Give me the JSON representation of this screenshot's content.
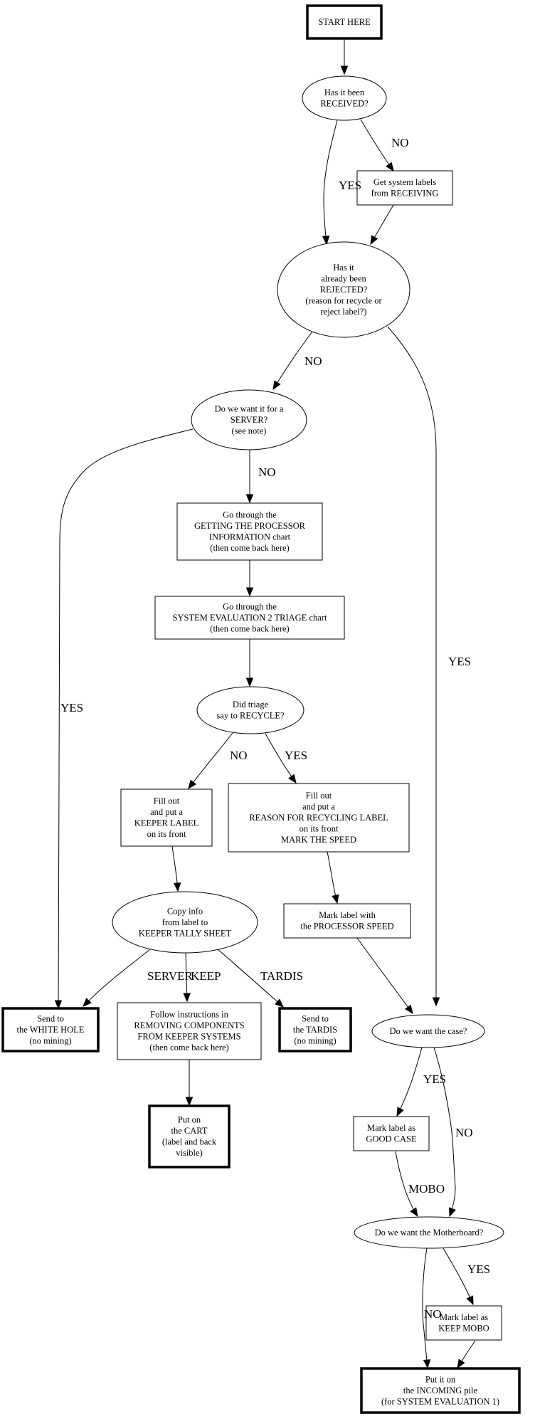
{
  "diagram": {
    "type": "flowchart",
    "nodes": [
      {
        "id": "start",
        "shape": "box",
        "bold": true,
        "lines": [
          "START HERE"
        ]
      },
      {
        "id": "received",
        "shape": "ellipse",
        "bold": false,
        "lines": [
          "Has it been",
          "RECEIVED?"
        ]
      },
      {
        "id": "get_labels",
        "shape": "box",
        "bold": false,
        "lines": [
          "Get system labels",
          "from RECEIVING"
        ]
      },
      {
        "id": "rejected",
        "shape": "ellipse",
        "bold": false,
        "lines": [
          "Has it",
          "already been",
          "REJECTED?",
          "(reason for recycle or",
          "reject label?)"
        ]
      },
      {
        "id": "server",
        "shape": "ellipse",
        "bold": false,
        "lines": [
          "Do we want it for a",
          "SERVER?",
          "(see note)"
        ]
      },
      {
        "id": "proc_info",
        "shape": "box",
        "bold": false,
        "lines": [
          "Go through the",
          "GETTING THE PROCESSOR",
          "INFORMATION chart",
          "(then come back here)"
        ]
      },
      {
        "id": "triage",
        "shape": "box",
        "bold": false,
        "lines": [
          "Go through the",
          "SYSTEM EVALUATION 2 TRIAGE chart",
          "(then come back here)"
        ]
      },
      {
        "id": "recycle_q",
        "shape": "ellipse",
        "bold": false,
        "lines": [
          "Did triage",
          "say to RECYCLE?"
        ]
      },
      {
        "id": "keeper_label",
        "shape": "box",
        "bold": false,
        "lines": [
          "Fill out",
          "and put a",
          "KEEPER LABEL",
          "on its front"
        ]
      },
      {
        "id": "recycle_label",
        "shape": "box",
        "bold": false,
        "lines": [
          "Fill out",
          "and put a",
          "REASON FOR RECYCLING LABEL",
          "on its front",
          "MARK THE SPEED"
        ]
      },
      {
        "id": "copy_info",
        "shape": "ellipse",
        "bold": false,
        "lines": [
          "Copy info",
          "from label to",
          "KEEPER TALLY SHEET"
        ]
      },
      {
        "id": "mark_speed",
        "shape": "box",
        "bold": false,
        "lines": [
          "Mark label with",
          "the PROCESSOR SPEED"
        ]
      },
      {
        "id": "white_hole",
        "shape": "box",
        "bold": true,
        "lines": [
          "Send to",
          "the WHITE HOLE",
          "(no mining)"
        ]
      },
      {
        "id": "remove_components",
        "shape": "box",
        "bold": false,
        "lines": [
          "Follow instructions in",
          "REMOVING COMPONENTS",
          "FROM KEEPER SYSTEMS",
          "(then come back here)"
        ]
      },
      {
        "id": "tardis",
        "shape": "box",
        "bold": true,
        "lines": [
          "Send to",
          "the TARDIS",
          "(no mining)"
        ]
      },
      {
        "id": "want_case",
        "shape": "ellipse",
        "bold": false,
        "lines": [
          "Do we want the case?"
        ]
      },
      {
        "id": "cart",
        "shape": "box",
        "bold": true,
        "lines": [
          "Put on",
          "the CART",
          "(label and back",
          "visible)"
        ]
      },
      {
        "id": "good_case",
        "shape": "box",
        "bold": false,
        "lines": [
          "Mark label as",
          "GOOD CASE"
        ]
      },
      {
        "id": "want_mobo",
        "shape": "ellipse",
        "bold": false,
        "lines": [
          "Do we want the Motherboard?"
        ]
      },
      {
        "id": "keep_mobo",
        "shape": "box",
        "bold": false,
        "lines": [
          "Mark label as",
          "KEEP MOBO"
        ]
      },
      {
        "id": "incoming",
        "shape": "box",
        "bold": true,
        "lines": [
          "Put it on",
          "the INCOMING pile",
          "(for SYSTEM EVALUATION 1)"
        ]
      }
    ],
    "edges": [
      {
        "from": "start",
        "to": "received",
        "label": ""
      },
      {
        "from": "received",
        "to": "rejected",
        "label": "YES"
      },
      {
        "from": "received",
        "to": "get_labels",
        "label": "NO"
      },
      {
        "from": "get_labels",
        "to": "rejected",
        "label": ""
      },
      {
        "from": "rejected",
        "to": "server",
        "label": "NO"
      },
      {
        "from": "rejected",
        "to": "want_case",
        "label": "YES"
      },
      {
        "from": "server",
        "to": "proc_info",
        "label": "NO"
      },
      {
        "from": "server",
        "to": "white_hole",
        "label": "YES"
      },
      {
        "from": "proc_info",
        "to": "triage",
        "label": ""
      },
      {
        "from": "triage",
        "to": "recycle_q",
        "label": ""
      },
      {
        "from": "recycle_q",
        "to": "keeper_label",
        "label": "NO"
      },
      {
        "from": "recycle_q",
        "to": "recycle_label",
        "label": "YES"
      },
      {
        "from": "keeper_label",
        "to": "copy_info",
        "label": ""
      },
      {
        "from": "recycle_label",
        "to": "mark_speed",
        "label": ""
      },
      {
        "from": "copy_info",
        "to": "white_hole",
        "label": "SERVER"
      },
      {
        "from": "copy_info",
        "to": "remove_components",
        "label": "KEEP"
      },
      {
        "from": "copy_info",
        "to": "tardis",
        "label": "TARDIS"
      },
      {
        "from": "mark_speed",
        "to": "want_case",
        "label": ""
      },
      {
        "from": "remove_components",
        "to": "cart",
        "label": ""
      },
      {
        "from": "want_case",
        "to": "good_case",
        "label": "YES"
      },
      {
        "from": "want_case",
        "to": "want_mobo",
        "label": "NO"
      },
      {
        "from": "good_case",
        "to": "want_mobo",
        "label": "MOBO"
      },
      {
        "from": "want_mobo",
        "to": "incoming",
        "label": "NO"
      },
      {
        "from": "want_mobo",
        "to": "keep_mobo",
        "label": "YES"
      },
      {
        "from": "keep_mobo",
        "to": "incoming",
        "label": ""
      }
    ]
  }
}
